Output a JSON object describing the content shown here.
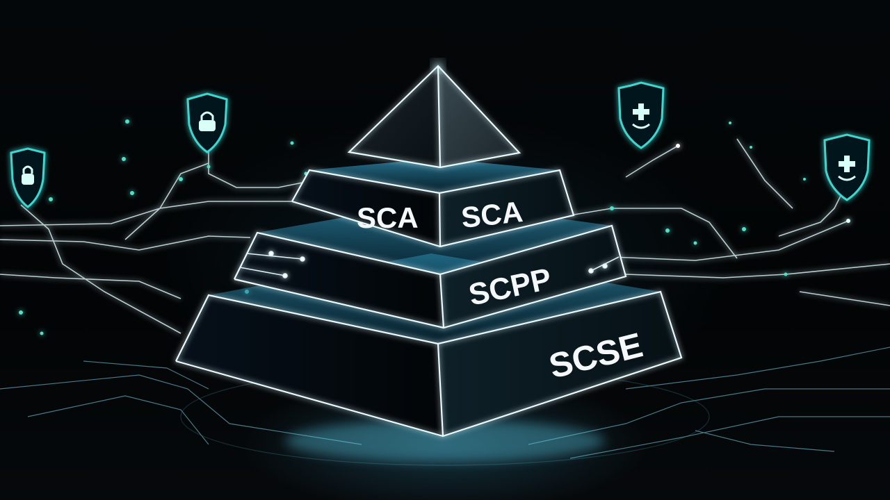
{
  "scene": {
    "description": "Glowing 3D pyramid of certification tiers surrounded by shield icons and circuit lines",
    "colors": {
      "background": "#030608",
      "glow": "#5fd3f0",
      "edge": "#e8fbff",
      "face_left": "#05090c",
      "face_right": "#0a1418",
      "shield": "#3fd6d0",
      "particle": "#4fe0c8"
    }
  },
  "pyramid": {
    "tip": {
      "label": ""
    },
    "tiers": [
      {
        "id": "tier-1",
        "left_label": "SCA",
        "right_label": "SCA"
      },
      {
        "id": "tier-2",
        "left_label": "",
        "right_label": "SCPP"
      },
      {
        "id": "tier-3",
        "left_label": "",
        "right_label": "SCSE"
      }
    ]
  },
  "shields": [
    {
      "id": "shield-left-outer",
      "icon": "lock-shield-icon"
    },
    {
      "id": "shield-left-inner",
      "icon": "lock-shield-icon"
    },
    {
      "id": "shield-right-inner",
      "icon": "medical-cross-shield-icon"
    },
    {
      "id": "shield-right-outer",
      "icon": "medical-cross-shield-icon"
    }
  ]
}
